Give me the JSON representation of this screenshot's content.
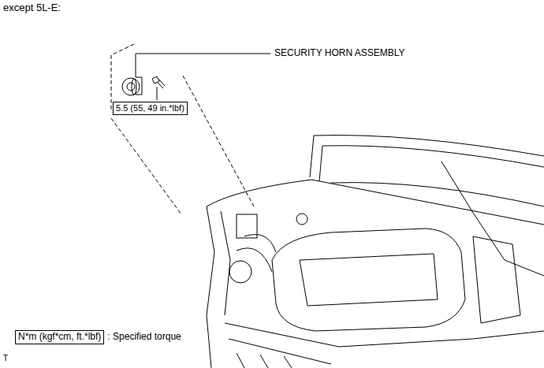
{
  "diagram": {
    "title": "except 5L-E:",
    "nodes": [
      {
        "text": [
          "5.5 (55, 49 in.*lbf)"
        ]
      },
      {
        "text": [
          "N*m (kgf*cm, ft.*lbf)"
        ]
      }
    ],
    "labels": [
      "SECURITY HORN ASSEMBLY",
      ": Specified torque",
      "T"
    ]
  }
}
